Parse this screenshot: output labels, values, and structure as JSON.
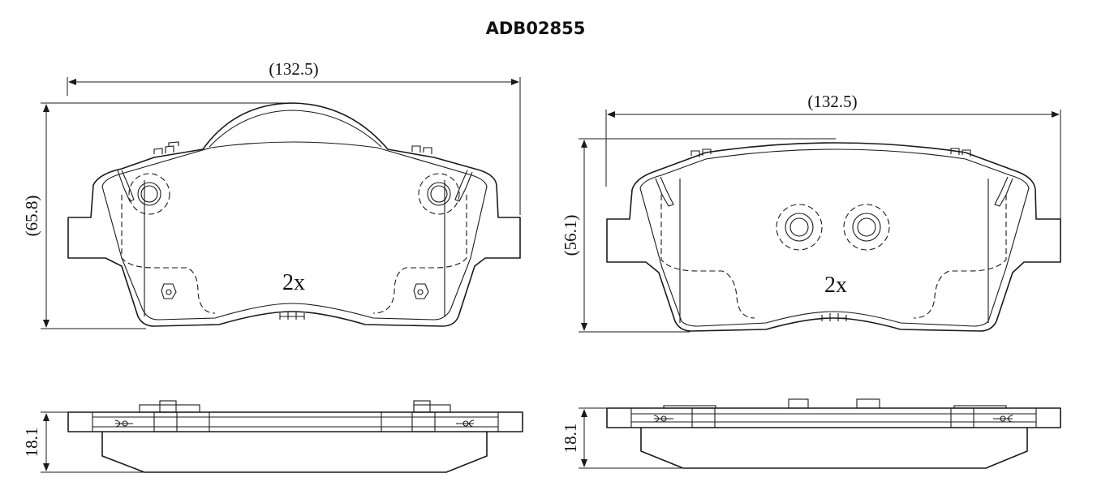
{
  "title": "ADB02855",
  "left_pad": {
    "width_label": "(132.5)",
    "height_label": "(65.8)",
    "quantity": "2x",
    "thickness_label": "18.1"
  },
  "right_pad": {
    "width_label": "(132.5)",
    "height_label": "(56.1)",
    "quantity": "2x",
    "thickness_label": "18.1"
  }
}
